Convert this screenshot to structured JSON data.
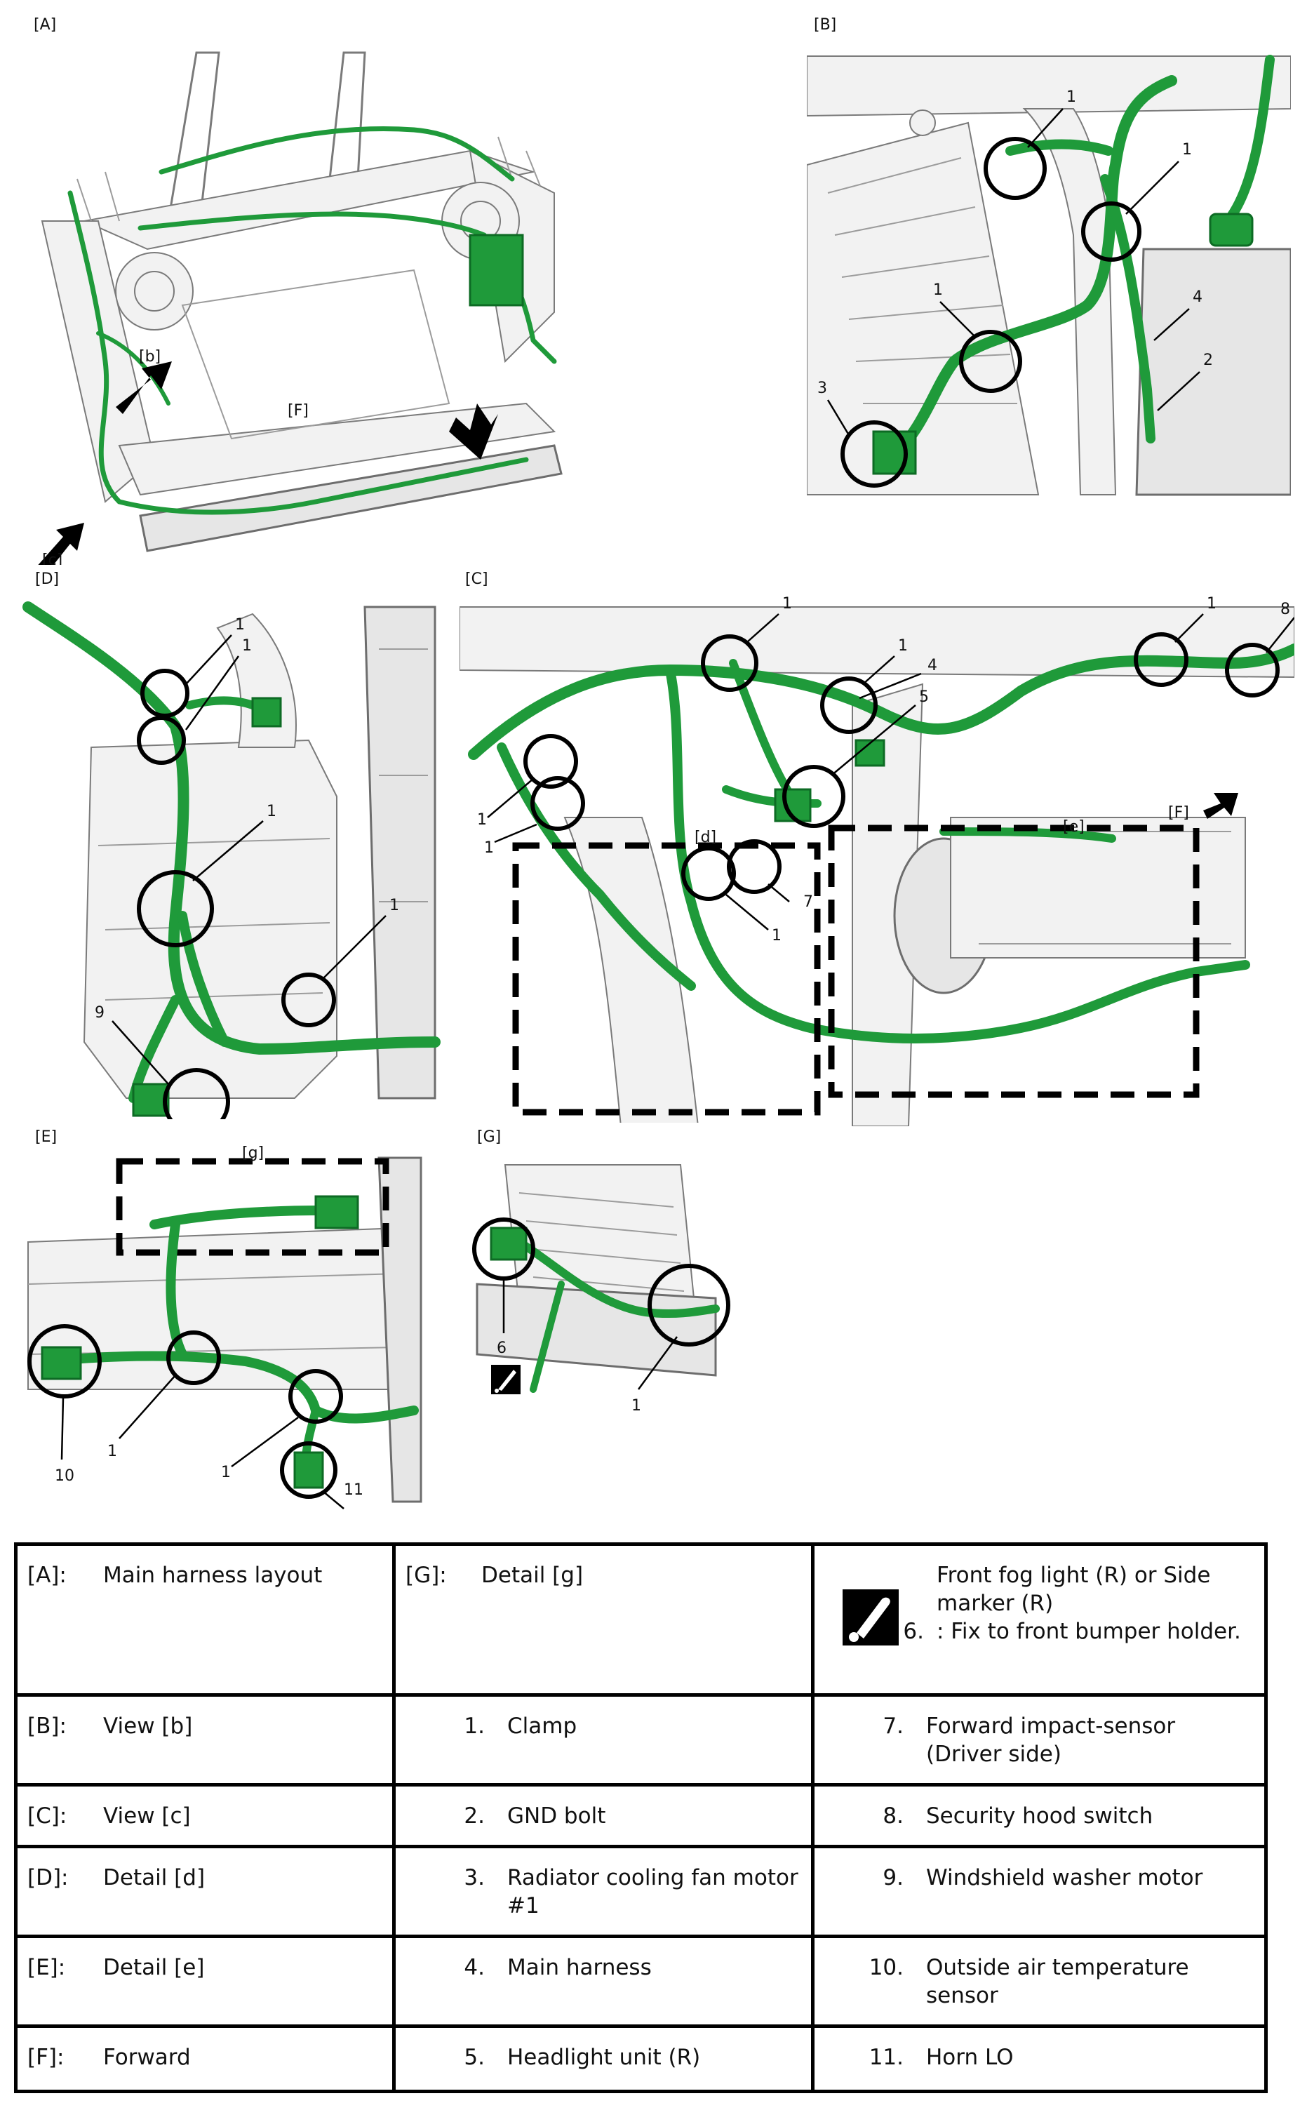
{
  "panels": {
    "A": {
      "tag": "[A]",
      "labels": {
        "b": "[b]",
        "c": "[c]",
        "F": "[F]"
      }
    },
    "B": {
      "tag": "[B]",
      "callouts": [
        "1",
        "1",
        "1",
        "3",
        "4",
        "2"
      ]
    },
    "C": {
      "tag": "[C]",
      "labels": {
        "d": "[d]",
        "e": "[e]",
        "F": "[F]"
      },
      "callouts": [
        "1",
        "1",
        "4",
        "5",
        "1",
        "8",
        "1",
        "1",
        "7",
        "1"
      ]
    },
    "D": {
      "tag": "[D]",
      "callouts": [
        "1",
        "1",
        "1",
        "1",
        "9"
      ]
    },
    "E": {
      "tag": "[E]",
      "labels": {
        "g": "[g]"
      },
      "callouts": [
        "10",
        "1",
        "1",
        "11"
      ]
    },
    "G": {
      "tag": "[G]",
      "callouts": [
        "6",
        "1"
      ]
    }
  },
  "legend": {
    "views": [
      {
        "key": "[A]:",
        "text": "Main harness layout"
      },
      {
        "key": "[B]:",
        "text": "View [b]"
      },
      {
        "key": "[C]:",
        "text": "View [c]"
      },
      {
        "key": "[D]:",
        "text": "Detail [d]"
      },
      {
        "key": "[E]:",
        "text": "Detail [e]"
      },
      {
        "key": "[F]:",
        "text": "Forward"
      }
    ],
    "col2_head": {
      "key": "[G]:",
      "text": "Detail [g]"
    },
    "col2_items": [
      {
        "num": "1.",
        "text": "Clamp"
      },
      {
        "num": "2.",
        "text": "GND bolt"
      },
      {
        "num": "3.",
        "text": "Radiator cooling fan motor #1"
      },
      {
        "num": "4.",
        "text": "Main harness"
      },
      {
        "num": "5.",
        "text": "Headlight unit (R)"
      }
    ],
    "item6": {
      "num": "6.",
      "text": "Front fog light (R) or Side marker (R)",
      "hint": ": Fix to front bumper holder.",
      "icon": "fix-hint-icon"
    },
    "col3_items": [
      {
        "num": "7.",
        "text": "Forward impact-sensor (Driver side)"
      },
      {
        "num": "8.",
        "text": "Security hood switch"
      },
      {
        "num": "9.",
        "text": "Windshield washer motor"
      },
      {
        "num": "10.",
        "text": "Outside air temperature sensor"
      },
      {
        "num": "11.",
        "text": "Horn LO"
      }
    ]
  },
  "colors": {
    "harness": "#1f9a3a",
    "outline": "#000000",
    "frame": "#7a7a7a"
  }
}
